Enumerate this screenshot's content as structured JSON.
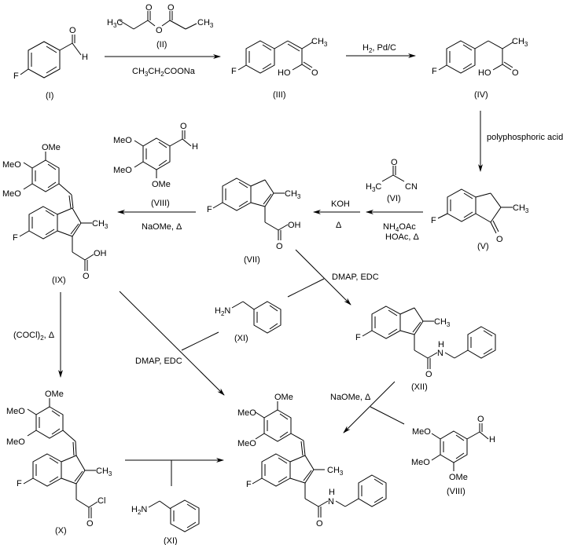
{
  "title": "Synthesis scheme of indene acetic acid amide derivatives",
  "compounds": [
    {
      "id": "I",
      "label": "(I)",
      "name": "4-fluorobenzaldehyde"
    },
    {
      "id": "II",
      "label": "(II)",
      "name": "propionic anhydride"
    },
    {
      "id": "III",
      "label": "(III)",
      "name": "3-(4-fluorophenyl)-2-methylacrylic acid"
    },
    {
      "id": "IV",
      "label": "(IV)",
      "name": "3-(4-fluorophenyl)-2-methylpropanoic acid"
    },
    {
      "id": "V",
      "label": "(V)",
      "name": "6-fluoro-2-methylindan-1-one"
    },
    {
      "id": "VI",
      "label": "(VI)",
      "name": "pyruvonitrile"
    },
    {
      "id": "VII",
      "label": "(VII)",
      "name": "5-fluoro-2-methylindene-3-acetic acid"
    },
    {
      "id": "VIII",
      "label": "(VIII)",
      "name": "3,4,5-trimethoxybenzaldehyde"
    },
    {
      "id": "IX",
      "label": "(IX)",
      "name": "trimethoxybenzylidene indene acetic acid"
    },
    {
      "id": "X",
      "label": "(X)",
      "name": "acid chloride"
    },
    {
      "id": "XI",
      "label": "(XI)",
      "name": "benzylamine"
    },
    {
      "id": "XII",
      "label": "(XII)",
      "name": "N-benzyl indene acetamide"
    },
    {
      "id": "product",
      "label": "",
      "name": "N-benzyl trimethoxybenzylidene indene acetamide"
    }
  ],
  "atoms": {
    "F": "F",
    "H": "H",
    "O": "O",
    "OH": "OH",
    "HO": "HO",
    "Cl": "Cl",
    "N": "N",
    "CH3": "CH",
    "three": "3",
    "H3C": "H",
    "CN": "CN",
    "H2N_H": "H",
    "two": "2",
    "N_only": "N",
    "OMe": "OMe",
    "MeO": "MeO"
  },
  "reagents": {
    "step1_below": "CH3CH2COONa",
    "step2": "H2, Pd/C",
    "step3": "polyphosphoric acid",
    "step4_below_1": "NH4OAc",
    "step4_below_2": "HOAc, Δ",
    "step5_above": "KOH",
    "step5_below": "Δ",
    "step6_below": "NaOMe, Δ",
    "step7": "DMAP, EDC",
    "step8": "(COCl)2, Δ",
    "step9": "DMAP, EDC",
    "step10": "NaOMe, Δ"
  },
  "reagent_parts": {
    "ch3ch2coona": [
      "CH",
      "3",
      "CH",
      "2",
      "COONa"
    ],
    "h2pdc": [
      "H",
      "2",
      ", Pd/C"
    ],
    "nh4oac": [
      "NH",
      "4",
      "OAc"
    ],
    "cocl2": [
      "(COCl)",
      "2",
      ", Δ"
    ]
  }
}
